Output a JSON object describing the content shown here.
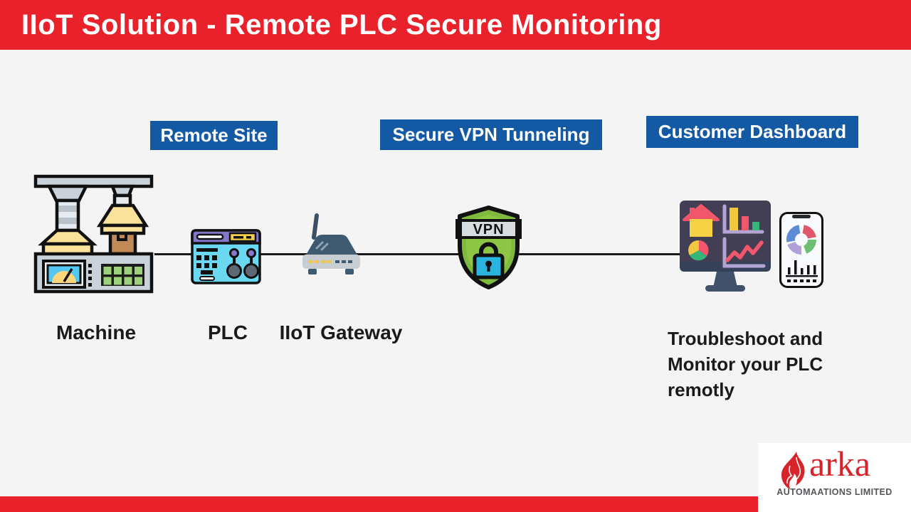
{
  "header": {
    "title": "IIoT Solution - Remote PLC Secure Monitoring"
  },
  "stages": {
    "remote_site": "Remote Site",
    "vpn_tunneling": "Secure VPN Tunneling",
    "customer_dashboard": "Customer Dashboard"
  },
  "labels": {
    "machine": "Machine",
    "plc": "PLC",
    "gateway": "IIoT Gateway",
    "caption": "Troubleshoot and Monitor your PLC remotly"
  },
  "vpn_shield": {
    "text": "VPN"
  },
  "logo": {
    "brand": "arka",
    "subtitle": "AUTOMAATIONS LIMITED"
  },
  "icons": [
    "machine-icon",
    "plc-icon",
    "iiot-gateway-icon",
    "vpn-shield-icon",
    "lock-icon",
    "dashboard-monitor-icon",
    "phone-icon",
    "flame-icon"
  ],
  "colors": {
    "header_red": "#e8212a",
    "stage_blue": "#1359a4",
    "bg": "#f5f4f5",
    "text_dark": "#1a1a1a",
    "connector": "#1a1a1a",
    "logo_red": "#d8232a"
  }
}
